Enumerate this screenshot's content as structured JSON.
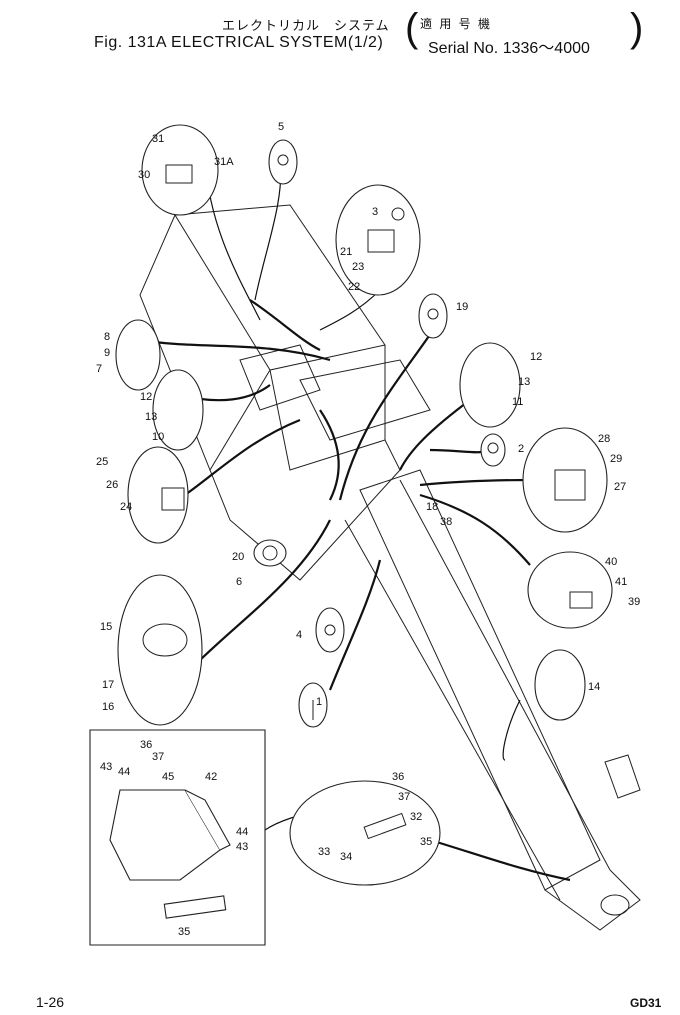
{
  "header": {
    "title_jp": "エレクトリカル　システム",
    "serial_jp": "適 用 号 機",
    "title": "Fig. 131A  ELECTRICAL  SYSTEM(1/2)",
    "serial": "Serial No. 1336～4000"
  },
  "footer": {
    "page": "1-26",
    "model": "GD31"
  },
  "callouts": [
    "1",
    "2",
    "3",
    "4",
    "5",
    "6",
    "7",
    "8",
    "9",
    "10",
    "11",
    "12",
    "12",
    "13",
    "13",
    "14",
    "15",
    "16",
    "17",
    "18",
    "19",
    "20",
    "21",
    "22",
    "23",
    "24",
    "25",
    "26",
    "27",
    "28",
    "29",
    "30",
    "31",
    "31A",
    "32",
    "33",
    "34",
    "35",
    "35",
    "36",
    "36",
    "37",
    "37",
    "38",
    "39",
    "40",
    "41",
    "42",
    "43",
    "43",
    "44",
    "44",
    "45"
  ]
}
